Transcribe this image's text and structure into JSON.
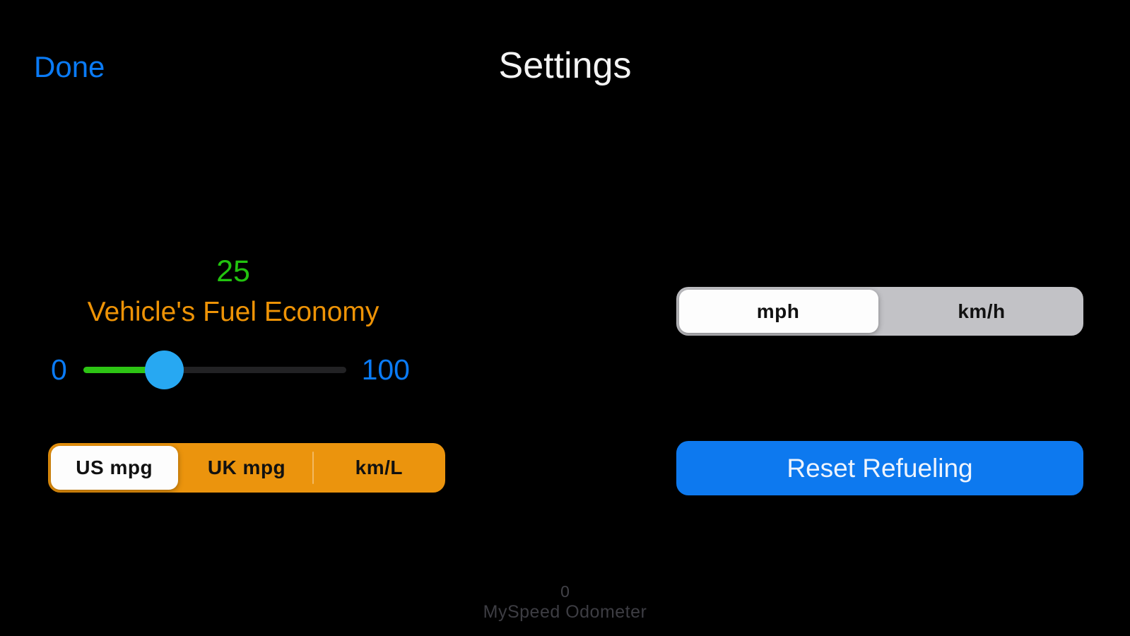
{
  "header": {
    "done_label": "Done",
    "title": "Settings"
  },
  "fuel": {
    "value": "25",
    "label": "Vehicle's Fuel Economy",
    "slider": {
      "min_label": "0",
      "max_label": "100",
      "value": 25
    },
    "units": {
      "options": [
        "US mpg",
        "UK mpg",
        "km/L"
      ],
      "selected": "US mpg"
    }
  },
  "speed": {
    "options": [
      "mph",
      "km/h"
    ],
    "selected": "mph"
  },
  "actions": {
    "reset_label": "Reset Refueling"
  },
  "footer": {
    "value": "0",
    "app_name": "MySpeed Odometer"
  },
  "colors": {
    "background": "#000000",
    "accent_blue": "#0a7bf6",
    "slider_thumb_blue": "#27a8f2",
    "value_green": "#2dc414",
    "accent_orange": "#eb940d",
    "segmented_gray": "#c2c2c6",
    "selected_segment_white": "#fdfdfd",
    "reset_button_blue": "#0d79ef",
    "footer_gray": "#3d3d43"
  }
}
